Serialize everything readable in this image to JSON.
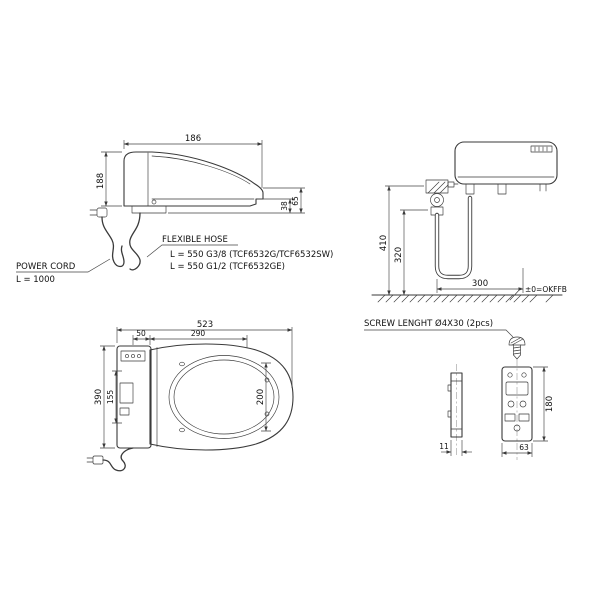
{
  "colors": {
    "line": "#3a3a3a",
    "text": "#111111",
    "centerline": "#999999"
  },
  "side_view": {
    "dim_width_top": "186",
    "dim_height_back": "188",
    "dim_front_seat": "38",
    "dim_front_total": "65"
  },
  "connections": {
    "power_cord_label": "POWER CORD",
    "power_cord_length": "L = 1000",
    "flexible_hose_label": "FLEXIBLE HOSE",
    "flexible_hose_spec_1": "L = 550 G3/8 (TCF6532G/TCF6532SW)",
    "flexible_hose_spec_2": "L = 550 G1/2 (TCF6532GE)"
  },
  "rear_view": {
    "dim_height_valve": "410",
    "dim_height_hose": "320",
    "dim_width_hose": "300",
    "floor_level_label": "±0=OKFFB"
  },
  "plan_view": {
    "dim_total_length": "523",
    "dim_hinge_offset": "50",
    "dim_seat_length": "290",
    "dim_total_width": "390",
    "dim_body_width": "155",
    "dim_opening_width": "200"
  },
  "remote_mount": {
    "screw_note": "SCREW LENGHT Ø4X30 (2pcs)",
    "dim_plate_thickness": "11",
    "dim_remote_height": "180",
    "dim_remote_width": "63"
  }
}
